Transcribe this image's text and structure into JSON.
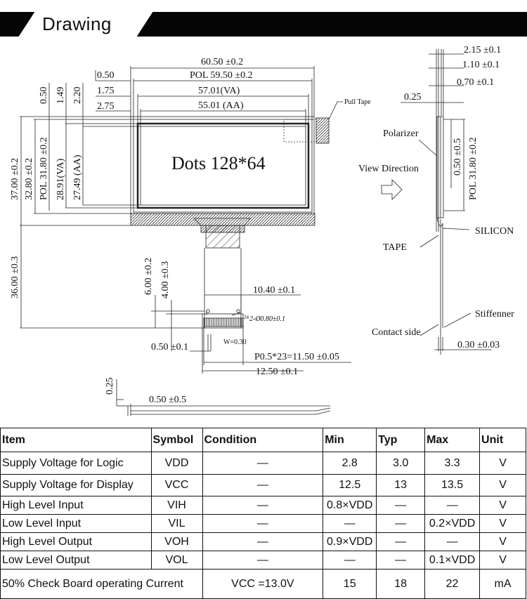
{
  "header": {
    "title": "Drawing"
  },
  "drawing": {
    "display_text": "Dots 128*64",
    "top_dims": {
      "d1": "60.50 ±0.2",
      "d2": "POL 59.50 ±0.2",
      "d3": "57.01(VA)",
      "d4": "55.01 (AA)",
      "l1": "0.50",
      "l2": "1.75",
      "l3": "2.75"
    },
    "pull_tape": "Pull Tape",
    "left_dims": {
      "v1": "0.50",
      "v2": "1.49",
      "v3": "2.20",
      "h1": "37.00 ±0.2",
      "h2": "32.80 ±0.2",
      "h3": "POL 31.80 ±0.2",
      "h4": "28.91(VA)",
      "h5": "27.49 (AA)",
      "fpc": "36.00 ±0.3"
    },
    "fpc_dims": {
      "a": "6.00 ±0.2",
      "b": "4.00 ±0.3",
      "c": "10.40 ±0.1",
      "hole": "2-Ø0.80±0.1",
      "pin1": "1",
      "pin24": "24",
      "w": "W=0.30",
      "d": "0.50 ±0.1",
      "pitch": "P0.5*23=11.50 ±0.05",
      "e": "12.50 ±0.1"
    },
    "bottom_view": {
      "h": "0.25",
      "w": "0.50 ±0.5"
    },
    "side_view": {
      "t1": "2.15 ±0.1",
      "t2": "1.10 ±0.1",
      "t3": "0.70 ±0.1",
      "t4": "0.25",
      "polarizer": "Polarizer",
      "view_direction": "View Direction",
      "v1": "0.50 ±0.5",
      "v2": "POL 31.80 ±0.2",
      "silicon": "SILICON",
      "tape": "TAPE",
      "stiffener": "Stiffenner",
      "contact_side": "Contact side",
      "bottom": "0.30 ±0.03"
    }
  },
  "spec_table": {
    "headers": [
      "Item",
      "Symbol",
      "Condition",
      "Min",
      "Typ",
      "Max",
      "Unit"
    ],
    "rows": [
      [
        "Supply Voltage for Logic",
        "VDD",
        "—",
        "2.8",
        "3.0",
        "3.3",
        "V"
      ],
      [
        "Supply Voltage for Display",
        "VCC",
        "—",
        "12.5",
        "13",
        "13.5",
        "V"
      ],
      [
        "High Level Input",
        "VIH",
        "—",
        "0.8×VDD",
        "—",
        "—",
        "V"
      ],
      [
        "Low Level Input",
        "VIL",
        "—",
        "—",
        "—",
        "0.2×VDD",
        "V"
      ],
      [
        "High Level Output",
        "VOH",
        "—",
        "0.9×VDD",
        "—",
        "—",
        "V"
      ],
      [
        "Low Level Output",
        "VOL",
        "—",
        "—",
        "—",
        "0.1×VDD",
        "V"
      ],
      [
        "50% Check Board operating Current",
        "",
        "VCC =13.0V",
        "15",
        "18",
        "22",
        "mA"
      ]
    ]
  }
}
